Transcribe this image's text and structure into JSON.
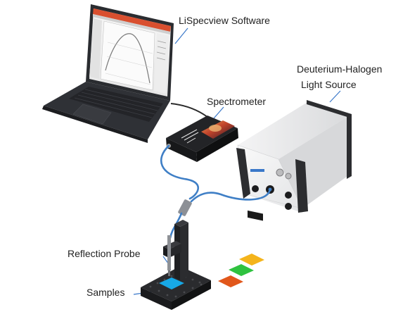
{
  "labels": {
    "software": "LiSpecview Software",
    "spectrometer": "Spectrometer",
    "light_source_line1": "Deuterium-Halogen",
    "light_source_line2": "Light Source",
    "reflection_probe": "Reflection Probe",
    "samples": "Samples"
  },
  "colors": {
    "label_text": "#222222",
    "leader_line": "#3a78c9",
    "fiber_cable": "#3f7fc6",
    "laptop_body": "#2b2d31",
    "light_source_front": "#f1f2f3",
    "sample_blue": "#17a8e6",
    "sample_yellow": "#f4b41b",
    "sample_green": "#2fc23f",
    "sample_red": "#e1571b"
  },
  "icons": {
    "laptop": "laptop-icon",
    "spectrometer": "spectrometer-icon",
    "light_source": "light-source-icon",
    "probe_stand": "probe-stand-icon"
  }
}
